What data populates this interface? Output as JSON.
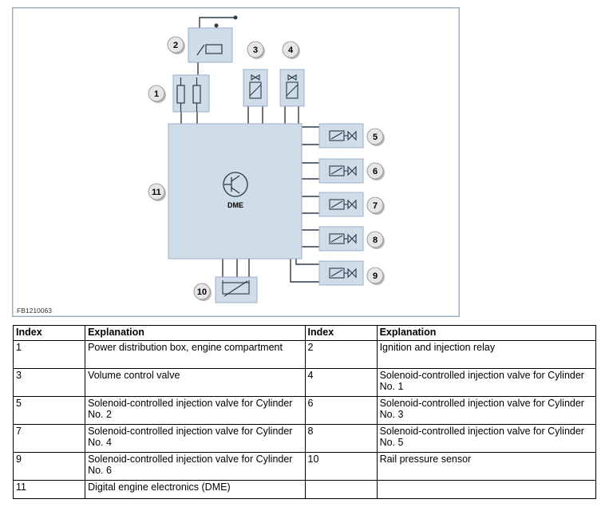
{
  "figure_id": "FB1210063",
  "module_label": "DME",
  "callouts": [
    "1",
    "2",
    "3",
    "4",
    "5",
    "6",
    "7",
    "8",
    "9",
    "10",
    "11"
  ],
  "colors": {
    "frame": "#9cb0c8",
    "box_fill": "#cfdde8",
    "line": "#2b3a4a",
    "callout_fill": "#e6e6e6"
  },
  "legend": {
    "headers": [
      "Index",
      "Explanation",
      "Index",
      "Explanation"
    ],
    "rows": [
      [
        "1",
        "Power distribution box, engine compartment",
        "2",
        "Ignition and injection relay"
      ],
      [
        "3",
        "Volume control valve",
        "4",
        "Solenoid-controlled injection valve for Cylinder No. 1"
      ],
      [
        "5",
        "Solenoid-controlled injection valve for Cylinder No. 2",
        "6",
        "Solenoid-controlled injection valve for Cylinder No. 3"
      ],
      [
        "7",
        "Solenoid-controlled injection valve for Cylinder No. 4",
        "8",
        "Solenoid-controlled injection valve for Cylinder No. 5"
      ],
      [
        "9",
        "Solenoid-controlled injection valve for Cylinder No. 6",
        "10",
        "Rail pressure sensor"
      ],
      [
        "11",
        "Digital engine electronics (DME)",
        "",
        ""
      ]
    ]
  }
}
